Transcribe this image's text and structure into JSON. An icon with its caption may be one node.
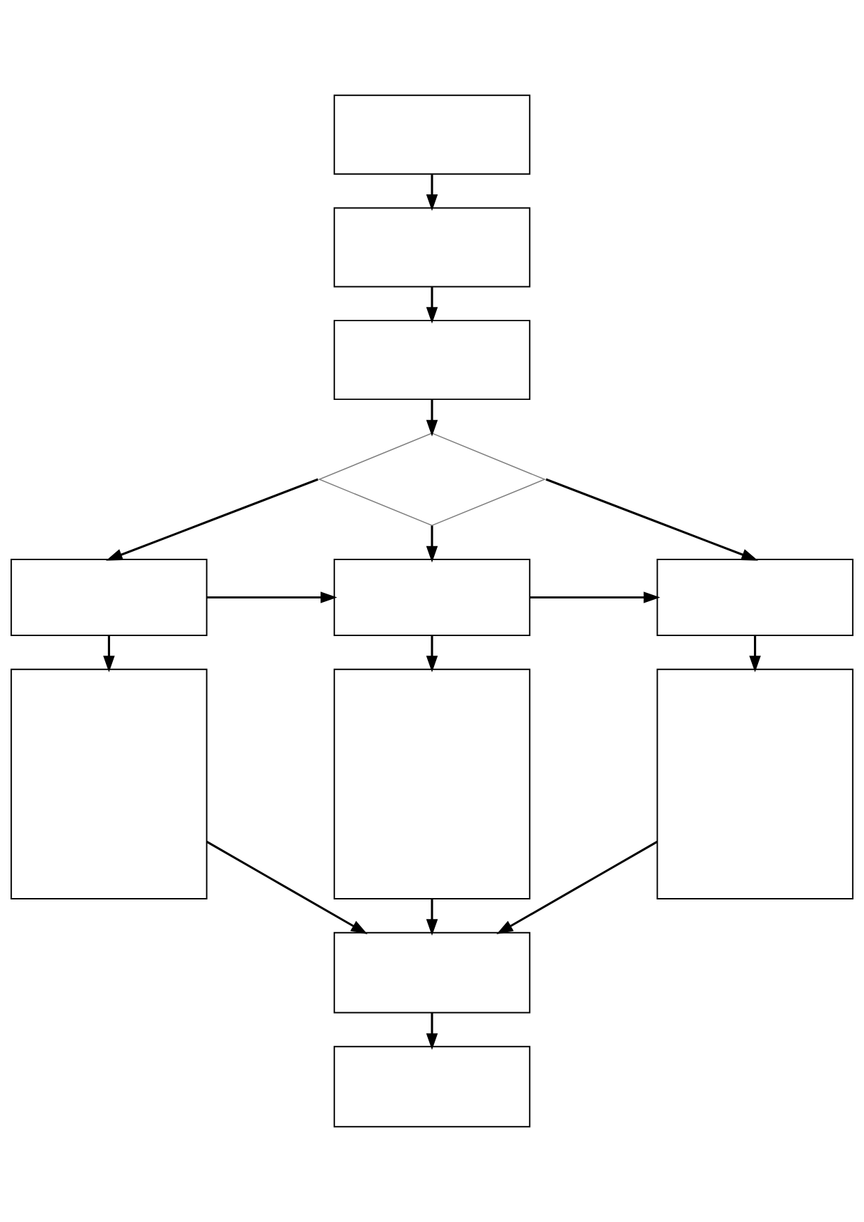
{
  "diagram": {
    "nodes": [
      {
        "text": [],
        "shape": "box"
      },
      {
        "text": [],
        "shape": "box"
      },
      {
        "text": [],
        "shape": "box"
      },
      {
        "text": [],
        "shape": "diamond"
      },
      {
        "text": [],
        "shape": "box"
      },
      {
        "text": [],
        "shape": "box"
      },
      {
        "text": [],
        "shape": "box"
      },
      {
        "text": [],
        "shape": "box"
      },
      {
        "text": [],
        "shape": "box"
      },
      {
        "text": [],
        "shape": "box"
      },
      {
        "text": [],
        "shape": "box"
      },
      {
        "text": [],
        "shape": "box"
      }
    ],
    "edges": [
      {
        "from": 0,
        "to": 1,
        "arrow": "to"
      },
      {
        "from": 1,
        "to": 2,
        "arrow": "to"
      },
      {
        "from": 2,
        "to": 3,
        "arrow": "to"
      },
      {
        "from": 3,
        "to": 4,
        "arrow": "to"
      },
      {
        "from": 3,
        "to": 5,
        "arrow": "to"
      },
      {
        "from": 3,
        "to": 6,
        "arrow": "to"
      },
      {
        "from": 4,
        "to": 5,
        "arrow": "to"
      },
      {
        "from": 5,
        "to": 6,
        "arrow": "to"
      },
      {
        "from": 4,
        "to": 7,
        "arrow": "to"
      },
      {
        "from": 5,
        "to": 8,
        "arrow": "to"
      },
      {
        "from": 6,
        "to": 9,
        "arrow": "to"
      },
      {
        "from": 7,
        "to": 10,
        "arrow": "to"
      },
      {
        "from": 8,
        "to": 10,
        "arrow": "to"
      },
      {
        "from": 9,
        "to": 10,
        "arrow": "to"
      },
      {
        "from": 10,
        "to": 11,
        "arrow": "to"
      }
    ]
  }
}
